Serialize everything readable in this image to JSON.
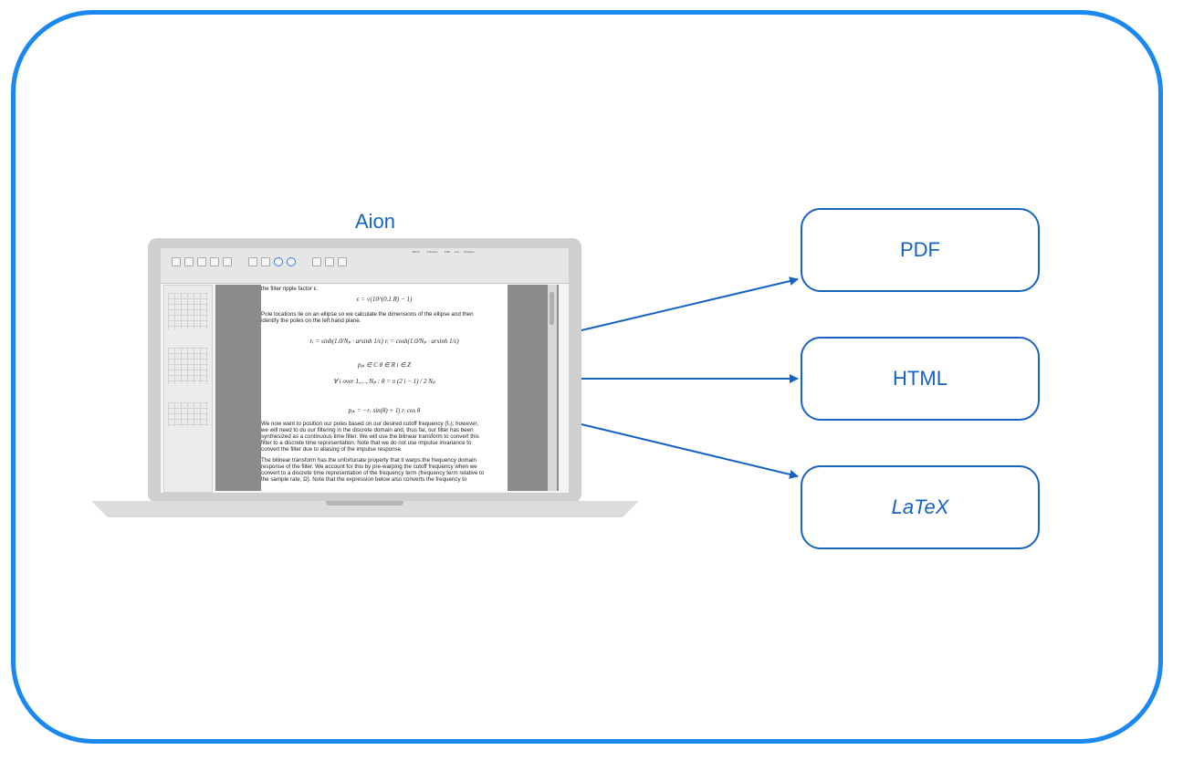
{
  "diagram": {
    "source_label": "Aion",
    "outputs": [
      {
        "label": "PDF"
      },
      {
        "label": "HTML"
      },
      {
        "label": "LaTeX"
      }
    ],
    "colors": {
      "frame": "#1a88f0",
      "accent": "#1663c4",
      "laptop": "#cfcfd1"
    }
  },
  "screen": {
    "ribbon_tabs": [
      "Block",
      "Function",
      "Path",
      "List",
      "Operator"
    ],
    "doc_lines": [
      "the filter ripple factor ε.",
      "Pole locations lie on an ellipse so we calculate the dimensions of the ellipse and then",
      "identify the poles on the left hand plane.",
      "We now want to position our poles based on our desired cutoff frequency (f₀); however,",
      "we will need to do our filtering in the discrete domain and, thus far, our filter has been",
      "synthesized as a continuous time filter.  We will use the bilinear transform to convert this",
      "filter to a discrete time representation.  Note that we do not use impulse invariance to",
      "convert the filter due to aliasing of the impulse response.",
      "The bilinear transform has the unfortunate property that it warps the frequency domain",
      "response of the filter.  We account for this by pre-warping the cutoff frequency when we",
      "convert to a discrete time representation of the frequency term (frequency term relative to",
      "the sample rate, Ω).  Note that the expression below also converts the frequency to"
    ],
    "doc_math": [
      "ε = √(10^(0.1 R) − 1)",
      "rᵣ = sinh(1.0/Nₚ · arsinh 1/ε)     rᵢ = cosh(1.0/Nₚ · arsinh 1/ε)",
      "pₚᵢ ∈ C    θ ∈ R    i ∈ Z",
      "∀ i over 1,…, Nₚ :   θ = π (2 i − 1) / 2 Nₚ",
      "pₚᵢ = −rᵣ sin(θ) + 1j rᵢ cos θ"
    ]
  }
}
